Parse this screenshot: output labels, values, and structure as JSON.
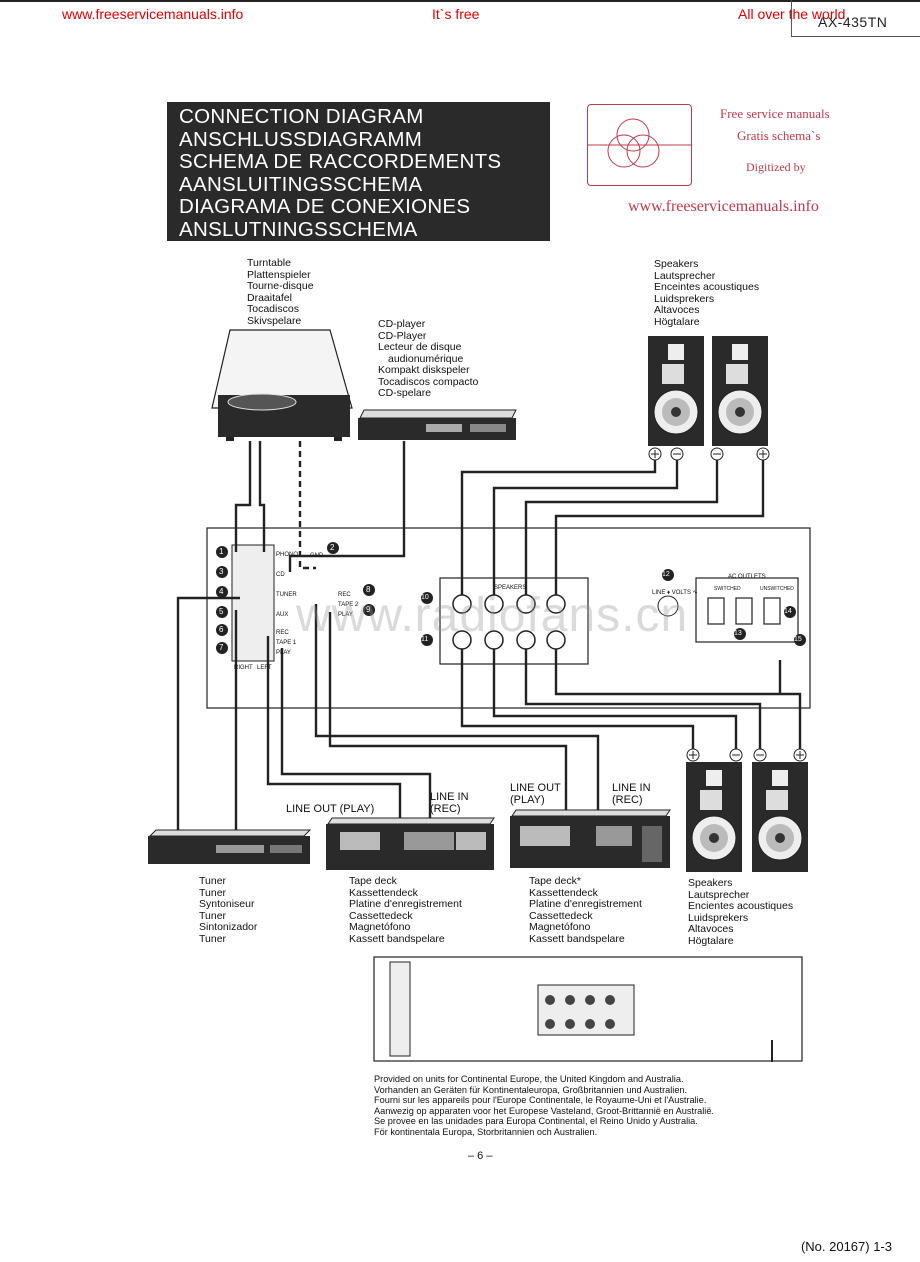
{
  "header": {
    "site_link": "www.freeservicemanuals.info",
    "free_text": "It`s free",
    "world_text": "All over the world",
    "model": "AX-435TN"
  },
  "title_lines": [
    "CONNECTION DIAGRAM",
    "ANSCHLUSSDIAGRAMM",
    "SCHEMA DE RACCORDEMENTS",
    "AANSLUITINGSSCHEMA",
    "DIAGRAMA DE CONEXIONES",
    "ANSLUTNINGSSCHEMA"
  ],
  "watermark": {
    "line1": "Free service manuals",
    "line2": "Gratis schema`s",
    "line3": "Digitized by",
    "url": "www.freeservicemanuals.info",
    "site": "www.radiofans.cn",
    "color": "#c0394b"
  },
  "labels": {
    "turntable": [
      "Turntable",
      "Plattenspieler",
      "Tourne-disque",
      "Draaitafel",
      "Tocadiscos",
      "Skivspelare"
    ],
    "cd_player": [
      "CD-player",
      "CD-Player",
      "Lecteur de disque",
      "  audionumérique",
      "Kompakt diskspeler",
      "Tocadiscos compacto",
      "CD-spelare"
    ],
    "speakers_top": [
      "Speakers",
      "Lautsprecher",
      "Enceintes acoustiques",
      "Luidsprekers",
      "Altavoces",
      "Högtalare"
    ],
    "speakers_bottom": [
      "Speakers",
      "Lautsprecher",
      "Encientes acoustiques",
      "Luidsprekers",
      "Altavoces",
      "Högtalare"
    ],
    "tuner": [
      "Tuner",
      "Tuner",
      "Syntoniseur",
      "Tuner",
      "Sintonizador",
      "Tuner"
    ],
    "tape_deck1": [
      "Tape deck",
      "Kassettendeck",
      "Platine d'enregistrement",
      "Cassettedeck",
      "Magnetófono",
      "Kassett bandspelare"
    ],
    "tape_deck2": [
      "Tape deck*",
      "Kassettendeck",
      "Platine d'enregistrement",
      "Cassettedeck",
      "Magnetófono",
      "Kassett bandspelare"
    ],
    "line_out_play": "LINE OUT (PLAY)",
    "line_in_rec_1": [
      "LINE IN",
      "(REC)"
    ],
    "line_out_play_2": [
      "LINE OUT",
      "(PLAY)"
    ],
    "line_in_rec_2": [
      "LINE IN",
      "(REC)"
    ]
  },
  "panel": {
    "inputs": [
      "PHONO",
      "CD",
      "TUNER",
      "AUX",
      "REC",
      "TAPE 1",
      "PLAY"
    ],
    "tape2": [
      "REC",
      "TAPE 2",
      "PLAY"
    ],
    "gnd": "GND",
    "right": "RIGHT",
    "left": "LEFT",
    "speakers": "SPEAKERS",
    "line_volts": "LINE ♦ VOLTS ∿",
    "ac_outlets": "AC OUTLETS",
    "switched": "SWITCHED",
    "unswitched": "UNSWITCHED",
    "numbers": [
      "1",
      "2",
      "3",
      "4",
      "5",
      "6",
      "7",
      "8",
      "9",
      "10",
      "11",
      "12",
      "13",
      "14",
      "15"
    ]
  },
  "footnote": [
    "Provided on units for Continental Europe, the United Kingdom and Australia.",
    "Vorhanden an Geräten für Kontinentaleuropa, Großbritannien und Australien.",
    "Fourni sur les appareils pour l'Europe Continentale, le Royaume-Uni et l'Australie.",
    "Aanwezig op apparaten voor het Europese Vasteland, Groot-Brittannië en Australië.",
    "Se provee en las unidades para Europa Continental, el Reino Unido y Australia.",
    "För kontinentala Europa, Storbritannien och Australien."
  ],
  "page_number": "– 6 –",
  "doc_number": "(No. 20167)  1-3"
}
